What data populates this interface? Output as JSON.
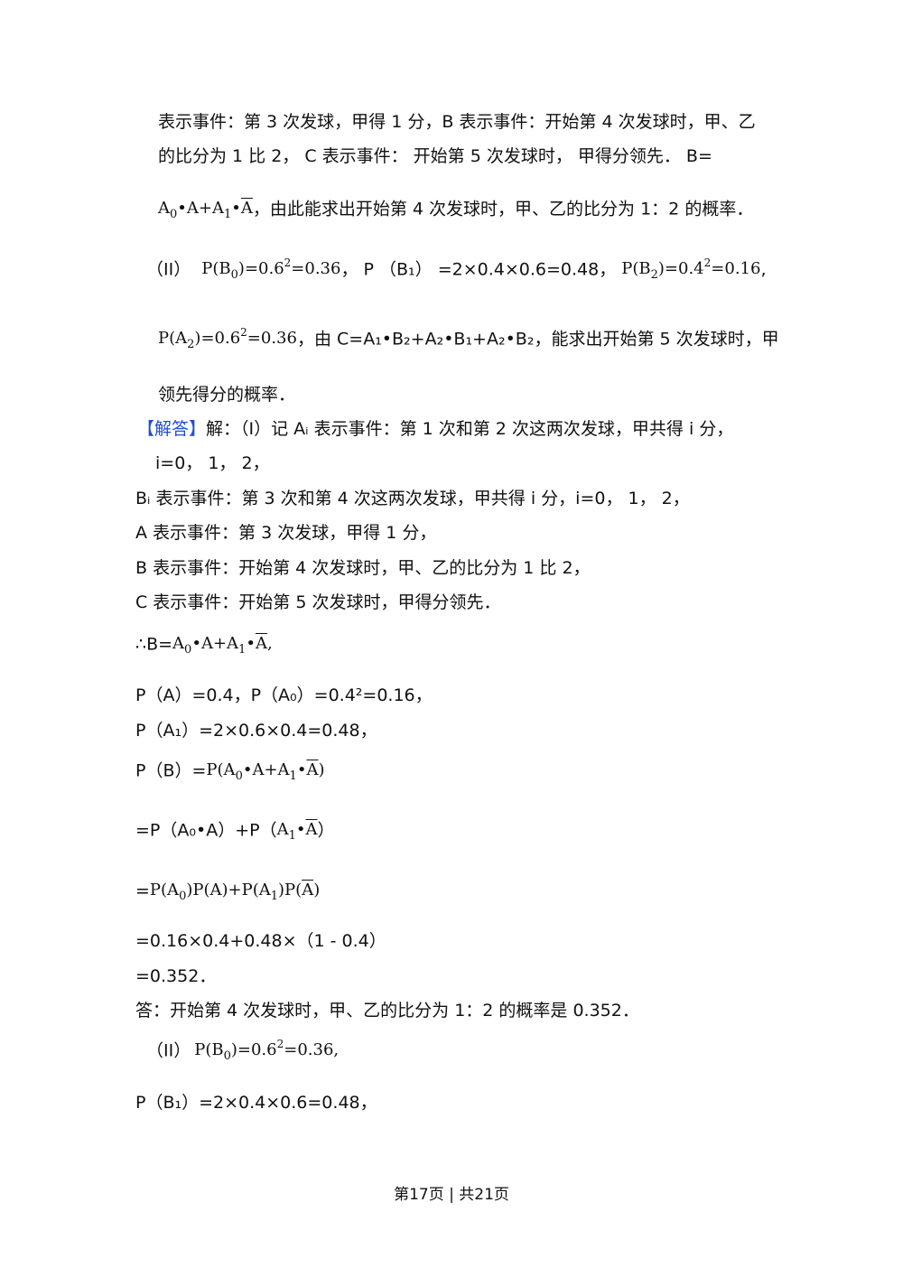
{
  "analysis": {
    "line1": "表示事件：第 3 次发球，甲得 1 分，B 表示事件：开始第 4 次发球时，甲、乙",
    "line2": "的比分为 1 比 2， C 表示事件： 开始第 5 次发球时， 甲得分领先．  B=",
    "line3_text": "，由此能求出开始第 4 次发球时，甲、乙的比分为 1：2 的概率．",
    "part2_label": "（II）",
    "part2_pb1": "，  P （B₁） =2×0.4×0.6=0.48，",
    "line5_text": "，由 C=A₁•B₂+A₂•B₁+A₂•B₂，能求出开始第 5 次发球时，甲",
    "line6": "领先得分的概率．"
  },
  "solution": {
    "tag": "【解答】",
    "l1": "解：（I）记 Aᵢ 表示事件：第 1 次和第 2 次这两次发球，甲共得 i 分，",
    "l2": "i=0， 1， 2，",
    "l3": "Bᵢ 表示事件：第 3 次和第 4 次这两次发球，甲共得 i 分，i=0， 1， 2，",
    "l4": "A 表示事件：第 3 次发球，甲得 1 分，",
    "l5": "B 表示事件：开始第 4 次发球时，甲、乙的比分为 1 比 2，",
    "l6": "C 表示事件：开始第 5 次发球时，甲得分领先．",
    "l7": "∴B=",
    "l8": "P（A）=0.4，P（A₀）=0.4²=0.16，",
    "l9": "P（A₁）=2×0.6×0.4=0.48，",
    "l10": "P（B）=",
    "l11a": "=P（A₀•A）+P（",
    "l11b": "）",
    "l12": "=",
    "l13": "=0.16×0.4+0.48×（1 - 0.4）",
    "l14": "=0.352．",
    "l15": "答：开始第 4 次发球时，甲、乙的比分为 1：2 的概率是 0.352．",
    "l16_label": "（II）",
    "l17": "P（B₁）=2×0.4×0.6=0.48，"
  },
  "footer": "第17页 | 共21页"
}
